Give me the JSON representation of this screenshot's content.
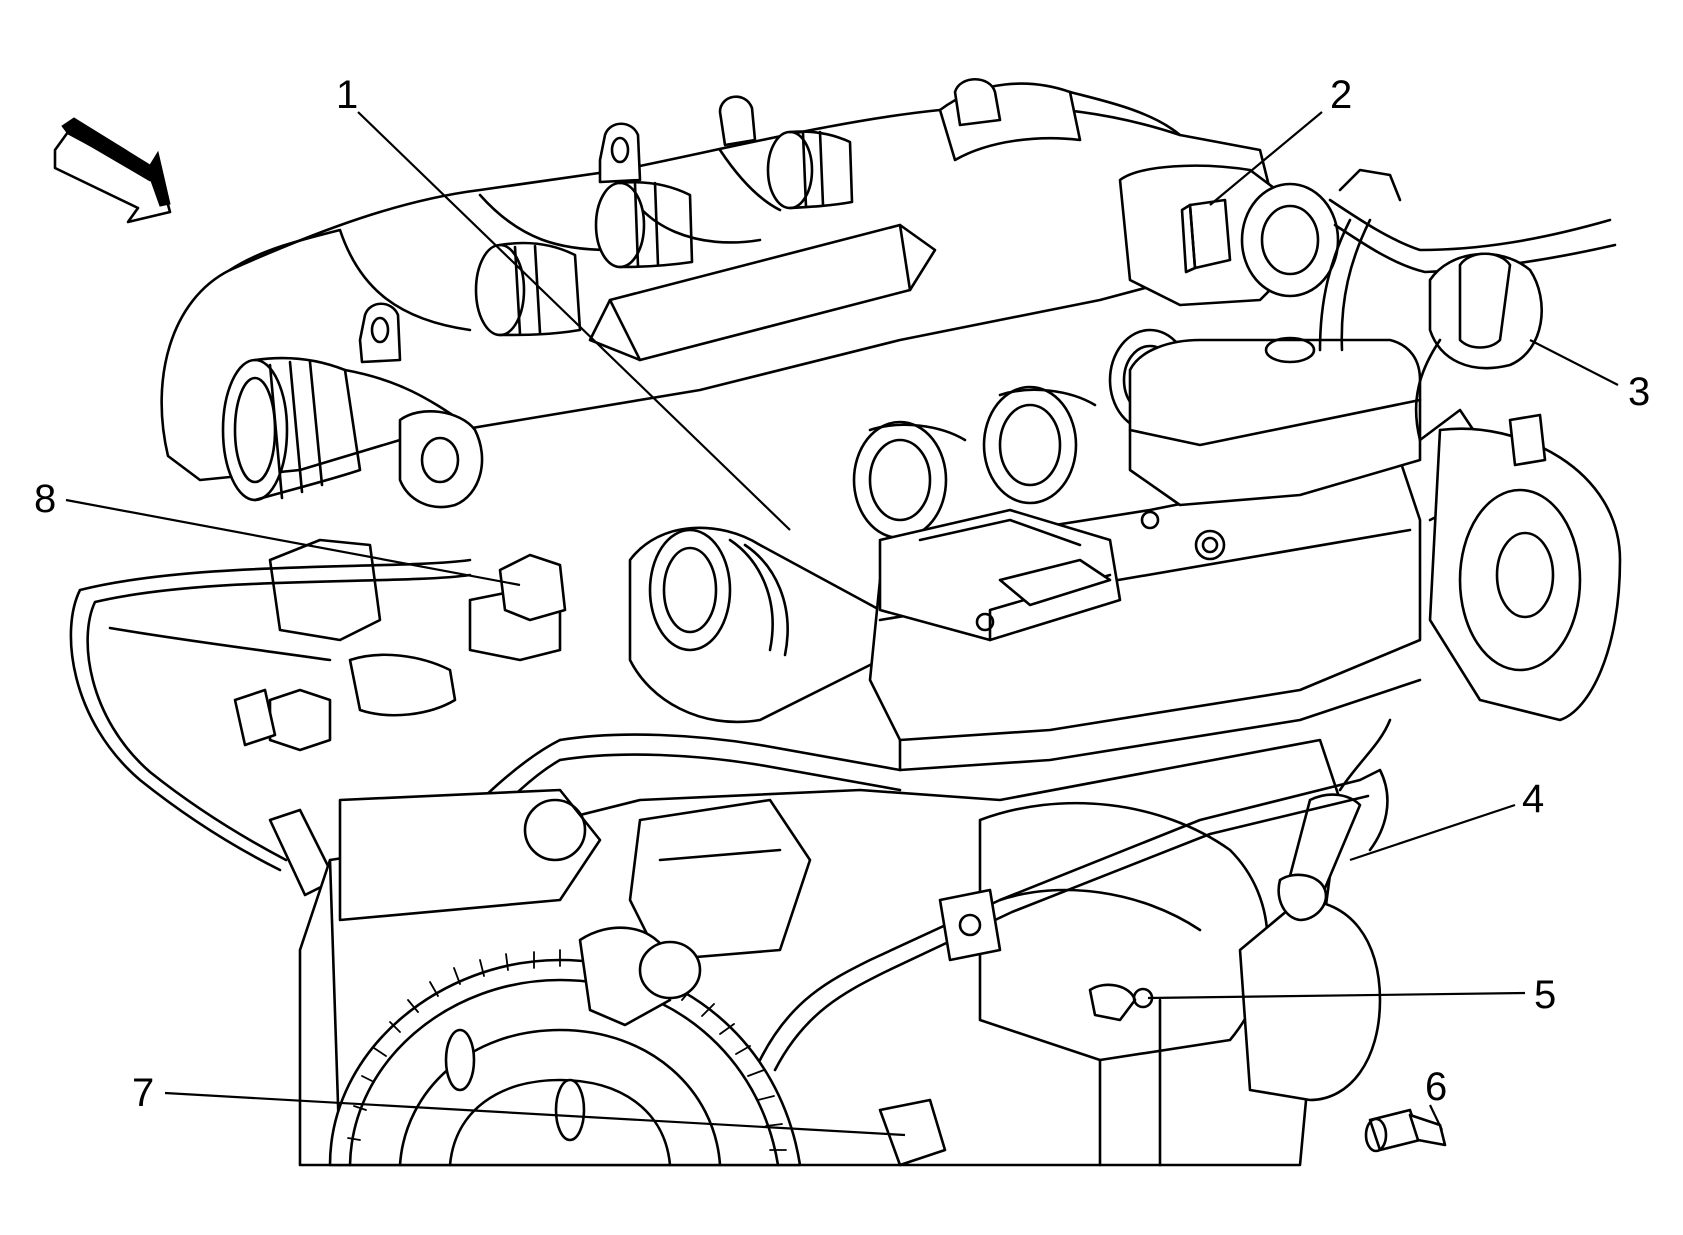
{
  "diagram": {
    "callouts": [
      {
        "id": "1",
        "label": "1"
      },
      {
        "id": "2",
        "label": "2"
      },
      {
        "id": "3",
        "label": "3"
      },
      {
        "id": "4",
        "label": "4"
      },
      {
        "id": "5",
        "label": "5"
      },
      {
        "id": "6",
        "label": "6"
      },
      {
        "id": "7",
        "label": "7"
      },
      {
        "id": "8",
        "label": "8"
      }
    ],
    "icons": {
      "view_direction": "view-direction-arrow-icon"
    }
  }
}
